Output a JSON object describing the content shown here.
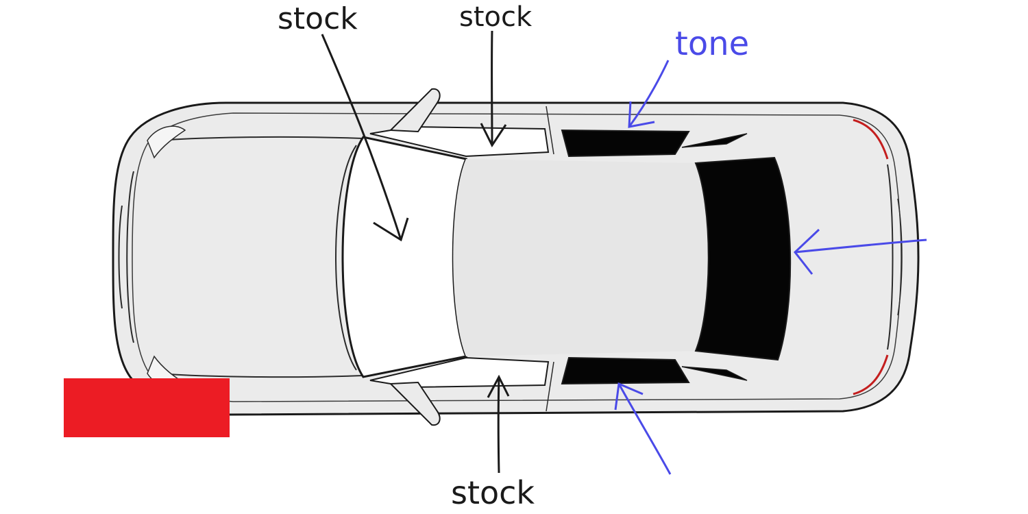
{
  "labels": {
    "stock_windshield": "stock",
    "stock_front_side": "stock",
    "stock_bottom_side": "stock",
    "tone_rear_side": "tone"
  },
  "colors": {
    "ink": "#1a1a1a",
    "pen_blue": "#4a4ae8",
    "body_fill": "#ebebeb",
    "tinted_glass": "#050505",
    "clear_glass": "#ffffff",
    "redaction": "#ec1c24",
    "tail_light": "#c41e1e"
  },
  "icons": {
    "arrows": "hand-drawn-arrow",
    "vehicle": "sedan-top-view"
  }
}
